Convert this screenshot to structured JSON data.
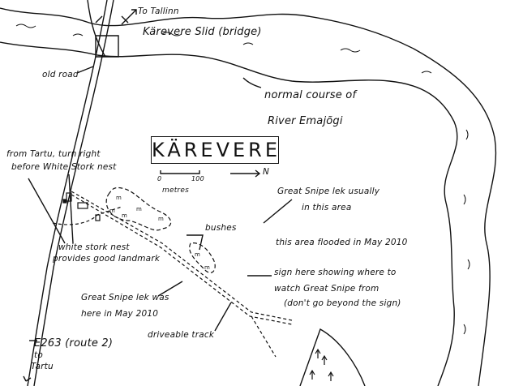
{
  "title": "KÄREVERE",
  "labels": {
    "to_tallinn": "To Tallinn",
    "bridge": "Kärevere Slid (bridge)",
    "old_road": "old road",
    "river_1": "normal course of",
    "river_2": "River Emajõgi",
    "from_tartu_1": "from Tartu, turn right",
    "from_tartu_2": "before White Stork nest",
    "snipe_usual_1": "Great Snipe lek usually",
    "snipe_usual_2": "in this area",
    "bushes": "bushes",
    "flooded": "this area flooded in May 2010",
    "stork_1": "white stork nest",
    "stork_2": "provides good landmark",
    "sign_1": "sign here showing where to",
    "sign_2": "watch Great Snipe from",
    "sign_3": "(don't go beyond the sign)",
    "snipe_2010_1": "Great Snipe lek was",
    "snipe_2010_2": "here in May 2010",
    "track": "driveable track",
    "road_1": "E263 (route 2)",
    "road_2": "to",
    "road_3": "Tartu"
  },
  "scale": {
    "start": "0",
    "end": "100",
    "unit": "metres"
  },
  "north": "N"
}
